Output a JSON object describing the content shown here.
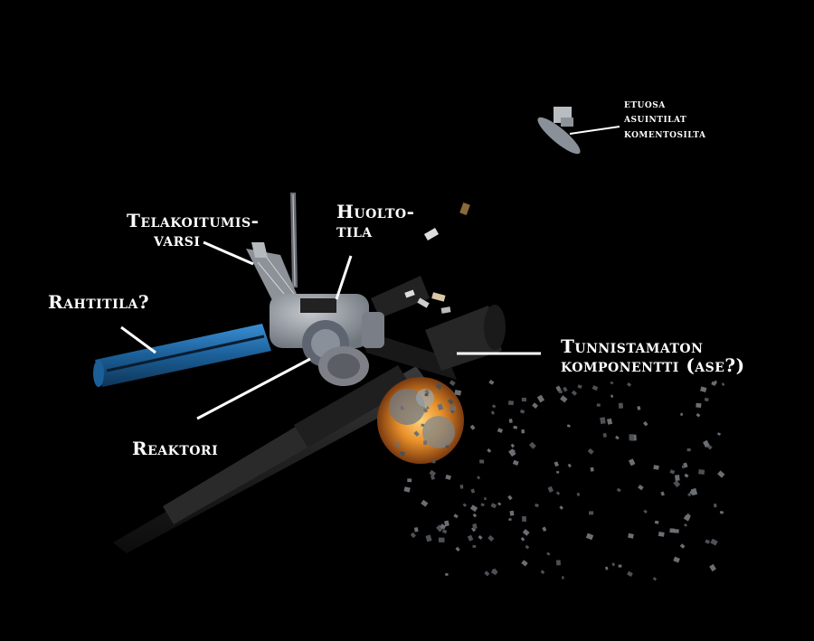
{
  "labels": {
    "front": [
      "etuosa",
      "asuintilat",
      "komentosilta"
    ],
    "docking_arm": [
      "Telakoitumis-",
      "varsi"
    ],
    "service_bay": [
      "Huolto-",
      "tila"
    ],
    "cargo": [
      "Rahtitila?"
    ],
    "unknown": [
      "Tunnistamaton",
      "komponentti (ase?)"
    ],
    "reactor": [
      "Reaktori"
    ]
  },
  "colors": {
    "background": "#000000",
    "label_text": "#ffffff",
    "cargo_tube": "#1e6fae",
    "explosion": "#e8902a",
    "hull": "#9aa0a8"
  }
}
